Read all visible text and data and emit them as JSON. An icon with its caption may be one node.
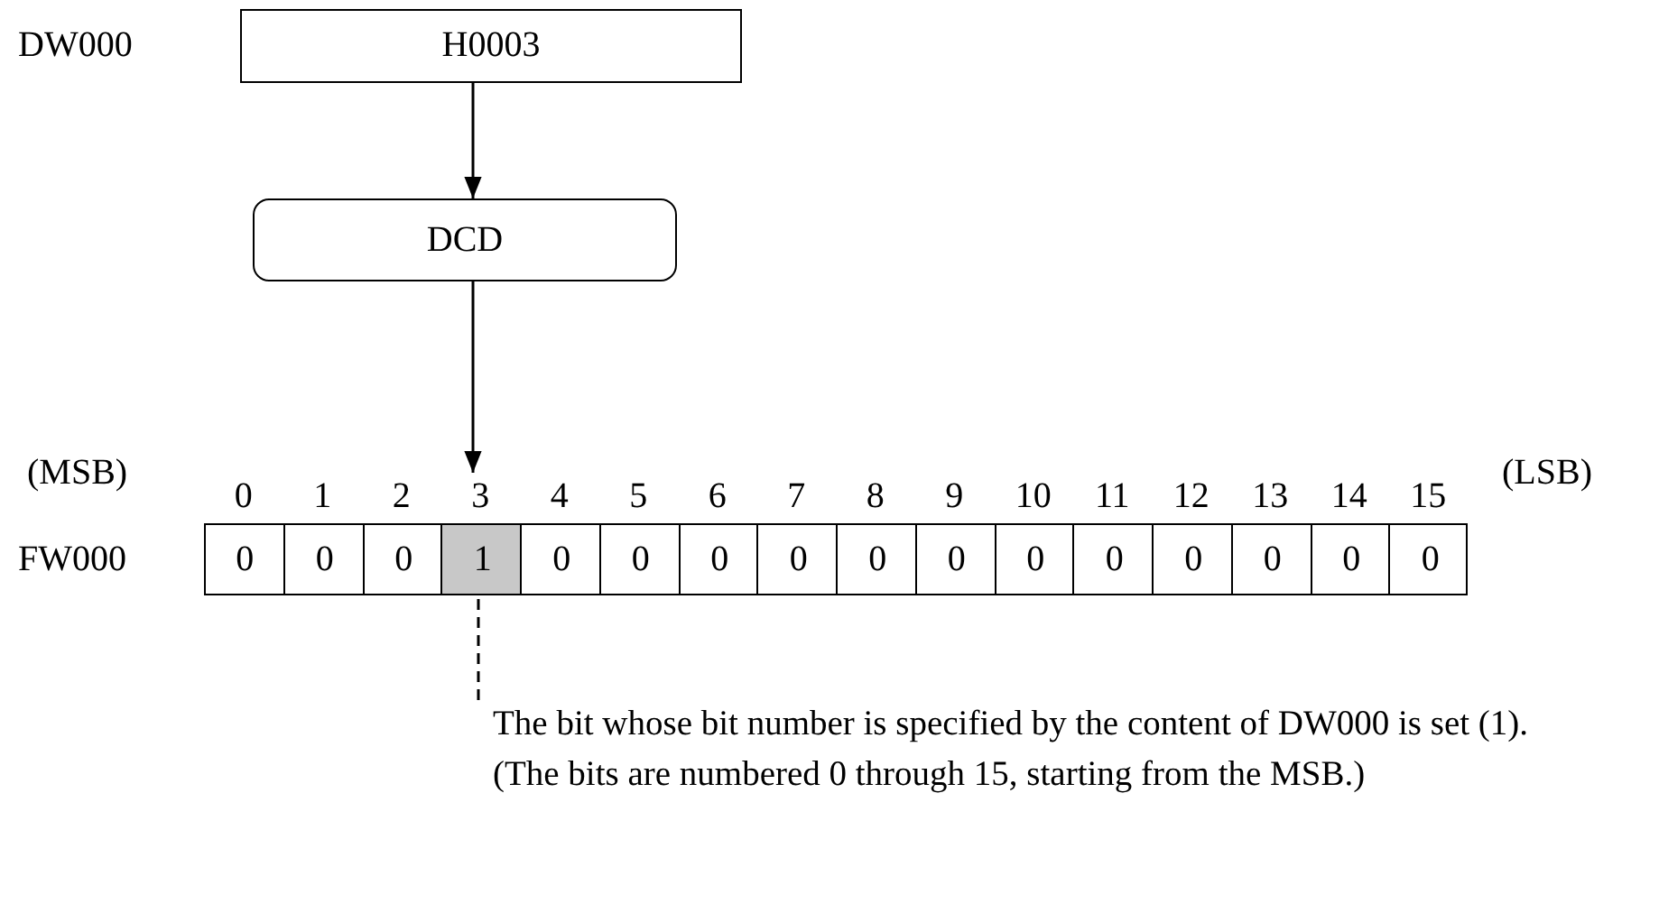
{
  "diagram": {
    "nodes": [
      {
        "text": [
          "H0003"
        ],
        "beside": [
          "DW000"
        ]
      },
      {
        "text": [
          "DCD"
        ]
      },
      {
        "text": [],
        "shape": "bar",
        "beside": [
          "FW000"
        ]
      },
      {
        "text": [
          "0"
        ],
        "in": 2
      },
      {
        "text": [
          "0"
        ],
        "in": 2
      },
      {
        "text": [
          "0"
        ],
        "in": 2
      },
      {
        "text": [
          "1"
        ],
        "in": 2
      },
      {
        "text": [
          "0"
        ],
        "in": 2
      },
      {
        "text": [
          "0"
        ],
        "in": 2
      },
      {
        "text": [
          "0"
        ],
        "in": 2
      },
      {
        "text": [
          "0"
        ],
        "in": 2
      },
      {
        "text": [
          "0"
        ],
        "in": 2
      },
      {
        "text": [
          "0"
        ],
        "in": 2
      },
      {
        "text": [
          "0"
        ],
        "in": 2
      },
      {
        "text": [
          "0"
        ],
        "in": 2
      },
      {
        "text": [
          "0"
        ],
        "in": 2
      },
      {
        "text": [
          "0"
        ],
        "in": 2
      },
      {
        "text": [
          "0"
        ],
        "in": 2
      },
      {
        "text": [
          "0"
        ],
        "in": 2
      },
      {
        "text": [
          "The bit whose bit number is specified by the content of DW000 is set (1). (The bits are numbered 0 through 15, starting from the MSB.)"
        ]
      }
    ],
    "edges": [
      {
        "from": 0,
        "to": 1,
        "arrow": "to"
      },
      {
        "from": 1,
        "to": 2,
        "arrow": "to"
      },
      {
        "from": 19,
        "to": 6,
        "arrow": "none",
        "style": "dashed"
      }
    ],
    "labels": [
      "(MSB)",
      "0",
      "1",
      "2",
      "3",
      "4",
      "5",
      "6",
      "7",
      "8",
      "9",
      "10",
      "11",
      "12",
      "13",
      "14",
      "15",
      "(LSB)"
    ]
  }
}
